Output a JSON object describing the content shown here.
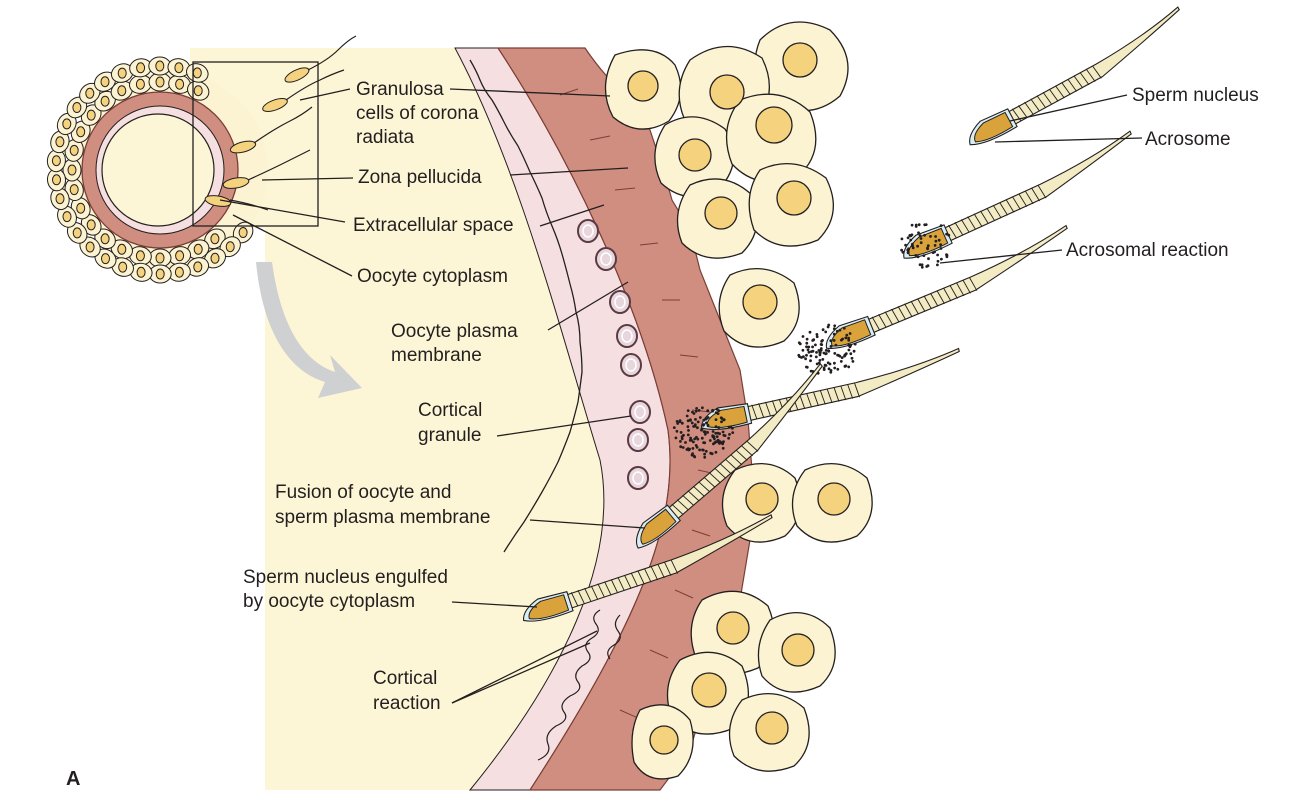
{
  "panel_letter": "A",
  "colors": {
    "cytoplasm": "#fdf6d6",
    "zona_pellucida": "#d08e80",
    "zona_outline": "#7a3e36",
    "extracellular_space": "#f6dfe0",
    "granulosa_cell": "#fbf3d2",
    "nucleus": "#f4d27e",
    "sperm_nucleus": "#d9a23a",
    "acrosome": "#d8eef3",
    "sperm_tail": "#f3ebc3",
    "cortical_granule": "#e8d6dc",
    "outline": "#231f20",
    "arrow": "#cfd0d2"
  },
  "labels": {
    "granulosa": [
      "Granulosa",
      "cells of corona",
      "radiata"
    ],
    "zona_pellucida": "Zona pellucida",
    "extracellular_space": "Extracellular space",
    "oocyte_cytoplasm": "Oocyte cytoplasm",
    "oocyte_plasma_membrane": [
      "Oocyte plasma",
      "membrane"
    ],
    "cortical_granule": [
      "Cortical",
      "granule"
    ],
    "fusion": [
      "Fusion of oocyte and",
      "sperm plasma membrane"
    ],
    "engulfed": [
      "Sperm nucleus engulfed",
      "by oocyte cytoplasm"
    ],
    "cortical_reaction": [
      "Cortical",
      "reaction"
    ],
    "sperm_nucleus": "Sperm nucleus",
    "acrosome": "Acrosome",
    "acrosomal_reaction": "Acrosomal reaction"
  }
}
